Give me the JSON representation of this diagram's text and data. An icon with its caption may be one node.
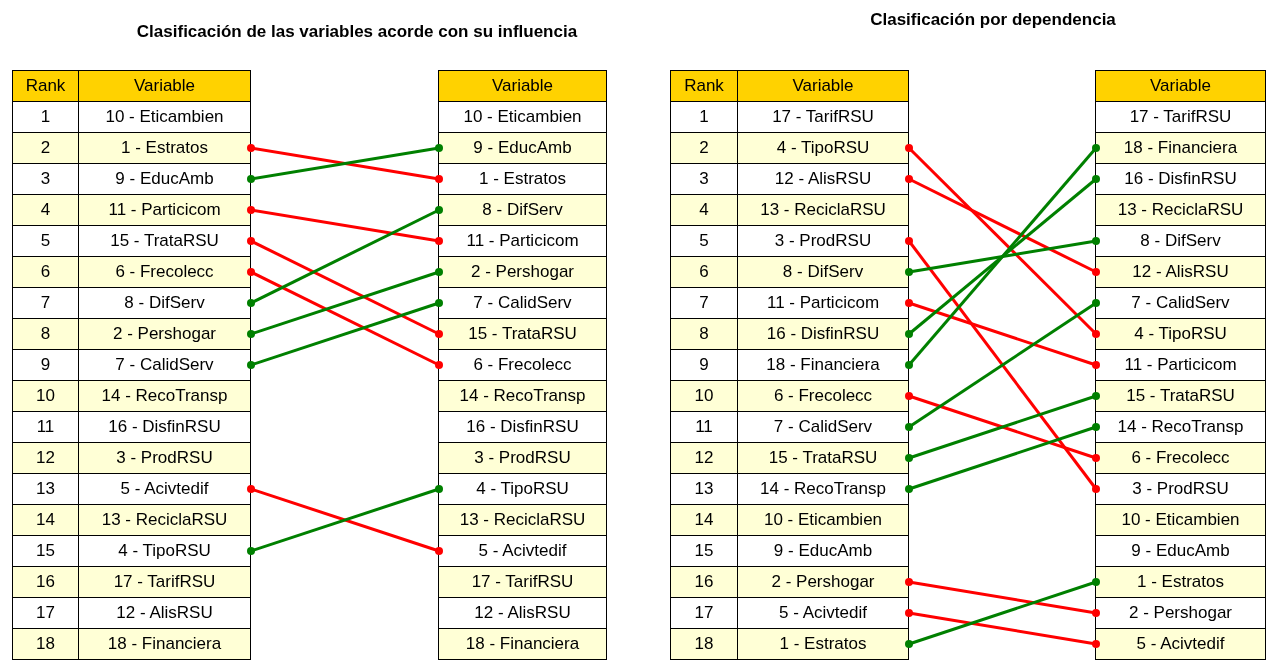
{
  "diagram": {
    "nodes": [
      {
        "text": [
          "10 - Eticambien"
        ]
      },
      {
        "text": [
          "10 - Eticambien"
        ]
      },
      {
        "text": [
          "17 - TarifRSU"
        ]
      },
      {
        "text": [
          "17 - TarifRSU"
        ]
      },
      {
        "text": [
          "1 - Estratos"
        ]
      },
      {
        "text": [
          "9 - EducAmb"
        ]
      },
      {
        "text": [
          "4 - TipoRSU"
        ]
      },
      {
        "text": [
          "18 - Financiera"
        ]
      },
      {
        "text": [
          "9 - EducAmb"
        ]
      },
      {
        "text": [
          "1 - Estratos"
        ]
      },
      {
        "text": [
          "12 - AlisRSU"
        ]
      },
      {
        "text": [
          "16 - DisfinRSU"
        ]
      },
      {
        "text": [
          "11 - Particicom"
        ]
      },
      {
        "text": [
          "8 - DifServ"
        ]
      },
      {
        "text": [
          "13 - ReciclaRSU"
        ]
      },
      {
        "text": [
          "13 - ReciclaRSU"
        ]
      },
      {
        "text": [
          "15 - TrataRSU"
        ]
      },
      {
        "text": [
          "11 - Particicom"
        ]
      },
      {
        "text": [
          "3 - ProdRSU"
        ]
      },
      {
        "text": [
          "8 - DifServ"
        ]
      },
      {
        "text": [
          "6 - Frecolecc"
        ]
      },
      {
        "text": [
          "2 - Pershogar"
        ]
      },
      {
        "text": [
          "8 - DifServ"
        ]
      },
      {
        "text": [
          "12 - AlisRSU"
        ]
      },
      {
        "text": [
          "8 - DifServ"
        ]
      },
      {
        "text": [
          "7 - CalidServ"
        ]
      },
      {
        "text": [
          "11 - Particicom"
        ]
      },
      {
        "text": [
          "7 - CalidServ"
        ]
      },
      {
        "text": [
          "2 - Pershogar"
        ]
      },
      {
        "text": [
          "15 - TrataRSU"
        ]
      },
      {
        "text": [
          "16 - DisfinRSU"
        ]
      },
      {
        "text": [
          "4 - TipoRSU"
        ]
      },
      {
        "text": [
          "7 - CalidServ"
        ]
      },
      {
        "text": [
          "6 - Frecolecc"
        ]
      },
      {
        "text": [
          "18 - Financiera"
        ]
      },
      {
        "text": [
          "11 - Particicom"
        ]
      },
      {
        "text": [
          "14 - RecoTransp"
        ]
      },
      {
        "text": [
          "14 - RecoTransp"
        ]
      },
      {
        "text": [
          "6 - Frecolecc"
        ]
      },
      {
        "text": [
          "15 - TrataRSU"
        ]
      },
      {
        "text": [
          "16 - DisfinRSU"
        ]
      },
      {
        "text": [
          "16 - DisfinRSU"
        ]
      },
      {
        "text": [
          "7 - CalidServ"
        ]
      },
      {
        "text": [
          "14 - RecoTransp"
        ]
      },
      {
        "text": [
          "3 - ProdRSU"
        ]
      },
      {
        "text": [
          "3 - ProdRSU"
        ]
      },
      {
        "text": [
          "15 - TrataRSU"
        ]
      },
      {
        "text": [
          "6 - Frecolecc"
        ]
      },
      {
        "text": [
          "5 - Acivtedif"
        ]
      },
      {
        "text": [
          "4 - TipoRSU"
        ]
      },
      {
        "text": [
          "14 - RecoTransp"
        ]
      },
      {
        "text": [
          "3 - ProdRSU"
        ]
      },
      {
        "text": [
          "13 - ReciclaRSU"
        ]
      },
      {
        "text": [
          "13 - ReciclaRSU"
        ]
      },
      {
        "text": [
          "10 - Eticambien"
        ]
      },
      {
        "text": [
          "10 - Eticambien"
        ]
      },
      {
        "text": [
          "4 - TipoRSU"
        ]
      },
      {
        "text": [
          "5 - Acivtedif"
        ]
      },
      {
        "text": [
          "9 - EducAmb"
        ]
      },
      {
        "text": [
          "9 - EducAmb"
        ]
      },
      {
        "text": [
          "17 - TarifRSU"
        ]
      },
      {
        "text": [
          "17 - TarifRSU"
        ]
      },
      {
        "text": [
          "2 - Pershogar"
        ]
      },
      {
        "text": [
          "1 - Estratos"
        ]
      },
      {
        "text": [
          "12 - AlisRSU"
        ]
      },
      {
        "text": [
          "12 - AlisRSU"
        ]
      },
      {
        "text": [
          "5 - Acivtedif"
        ]
      },
      {
        "text": [
          "2 - Pershogar"
        ]
      },
      {
        "text": [
          "18 - Financiera"
        ]
      },
      {
        "text": [
          "18 - Financiera"
        ]
      },
      {
        "text": [
          "1 - Estratos"
        ]
      },
      {
        "text": [
          "5 - Acivtedif"
        ]
      }
    ],
    "edges": [
      {
        "from": 4,
        "to": 9,
        "arrow": "other",
        "color": "#ff0000"
      },
      {
        "from": 8,
        "to": 5,
        "arrow": "other",
        "color": "#008000"
      },
      {
        "from": 12,
        "to": 17,
        "arrow": "other",
        "color": "#ff0000"
      },
      {
        "from": 16,
        "to": 29,
        "arrow": "other",
        "color": "#ff0000"
      },
      {
        "from": 20,
        "to": 33,
        "arrow": "other",
        "color": "#ff0000"
      },
      {
        "from": 24,
        "to": 13,
        "arrow": "other",
        "color": "#008000"
      },
      {
        "from": 28,
        "to": 21,
        "arrow": "other",
        "color": "#008000"
      },
      {
        "from": 32,
        "to": 25,
        "arrow": "other",
        "color": "#008000"
      },
      {
        "from": 48,
        "to": 57,
        "arrow": "other",
        "color": "#ff0000"
      },
      {
        "from": 56,
        "to": 49,
        "arrow": "other",
        "color": "#008000"
      },
      {
        "from": 6,
        "to": 31,
        "arrow": "other",
        "color": "#ff0000"
      },
      {
        "from": 10,
        "to": 23,
        "arrow": "other",
        "color": "#ff0000"
      },
      {
        "from": 18,
        "to": 51,
        "arrow": "other",
        "color": "#ff0000"
      },
      {
        "from": 22,
        "to": 19,
        "arrow": "other",
        "color": "#008000"
      },
      {
        "from": 26,
        "to": 35,
        "arrow": "other",
        "color": "#ff0000"
      },
      {
        "from": 30,
        "to": 11,
        "arrow": "other",
        "color": "#008000"
      },
      {
        "from": 34,
        "to": 7,
        "arrow": "other",
        "color": "#008000"
      },
      {
        "from": 38,
        "to": 47,
        "arrow": "other",
        "color": "#ff0000"
      },
      {
        "from": 42,
        "to": 27,
        "arrow": "other",
        "color": "#008000"
      },
      {
        "from": 46,
        "to": 39,
        "arrow": "other",
        "color": "#008000"
      },
      {
        "from": 50,
        "to": 43,
        "arrow": "other",
        "color": "#008000"
      },
      {
        "from": 62,
        "to": 67,
        "arrow": "other",
        "color": "#ff0000"
      },
      {
        "from": 66,
        "to": 71,
        "arrow": "other",
        "color": "#ff0000"
      },
      {
        "from": 70,
        "to": 63,
        "arrow": "other",
        "color": "#008000"
      }
    ],
    "labels": [
      "Clasificación de las variables acorde con su influencia",
      "Clasificación por dependencia",
      "Rank",
      "Variable",
      "Variable",
      "Rank",
      "Variable",
      "Variable",
      "1",
      "1",
      "2",
      "2",
      "3",
      "3",
      "4",
      "4",
      "5",
      "5",
      "6",
      "6",
      "7",
      "7",
      "8",
      "8",
      "9",
      "9",
      "10",
      "10",
      "11",
      "11",
      "12",
      "12",
      "13",
      "13",
      "14",
      "14",
      "15",
      "15",
      "16",
      "16",
      "17",
      "17",
      "18",
      "18"
    ]
  }
}
